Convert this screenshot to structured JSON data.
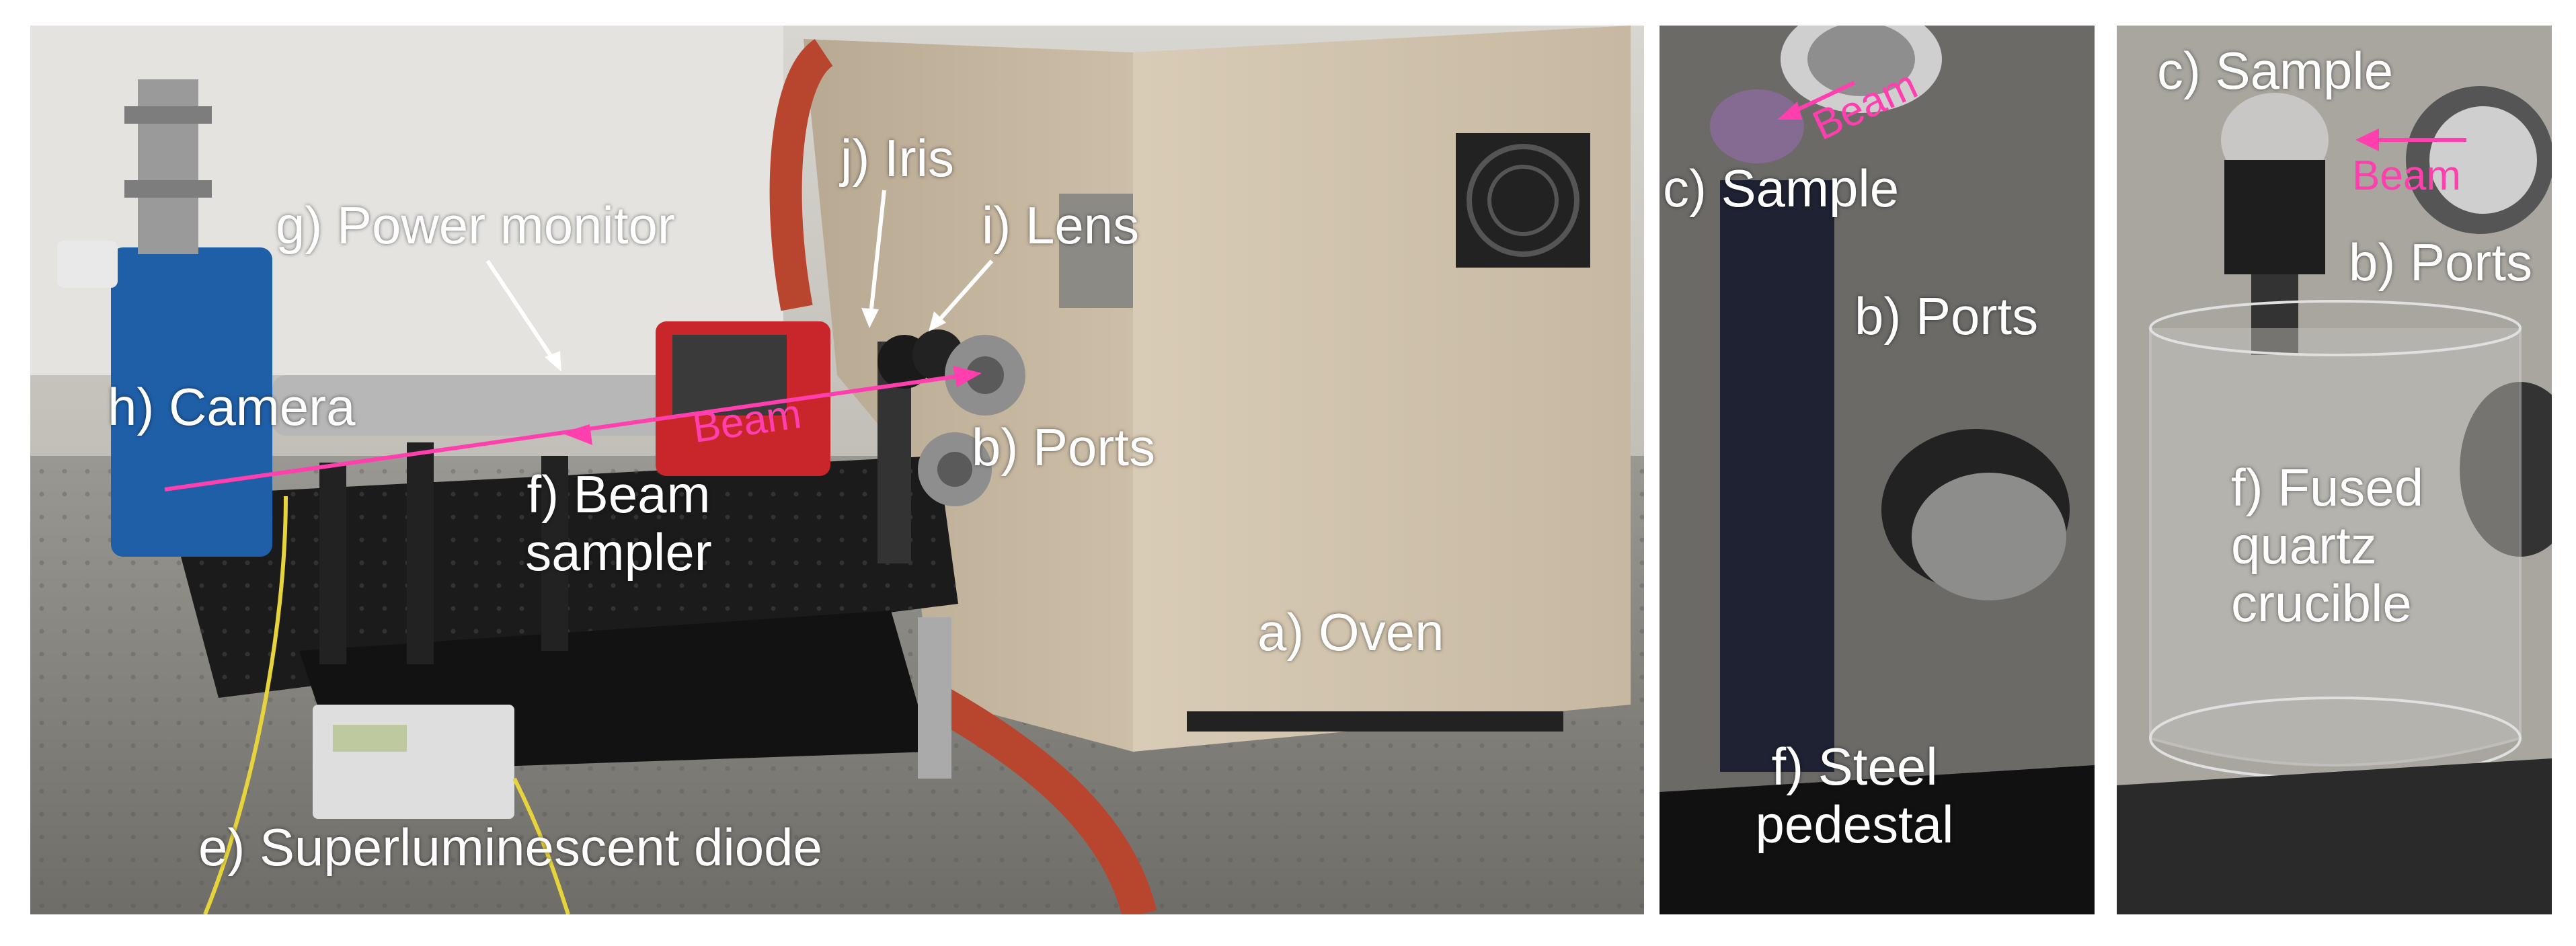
{
  "main_panel": {
    "labels": {
      "power_monitor": "g) Power monitor",
      "iris": "j) Iris",
      "lens": "i) Lens",
      "camera": "h) Camera",
      "beam": "Beam",
      "ports": "b) Ports",
      "beam_sampler_line1": "f) Beam",
      "beam_sampler_line2": "sampler",
      "oven": "a) Oven",
      "diode": "e) Superluminescent diode"
    }
  },
  "mid_panel": {
    "labels": {
      "beam": "Beam",
      "sample": "c) Sample",
      "ports": "b) Ports",
      "pedestal_line1": "f) Steel",
      "pedestal_line2": "pedestal"
    }
  },
  "right_panel": {
    "labels": {
      "sample": "c) Sample",
      "beam": "Beam",
      "ports": "b) Ports",
      "crucible_line1": "f) Fused",
      "crucible_line2": "quartz",
      "crucible_line3": "crucible"
    }
  },
  "colors": {
    "beam_arrow": "#ff3fae",
    "label_text": "#ffffff"
  }
}
